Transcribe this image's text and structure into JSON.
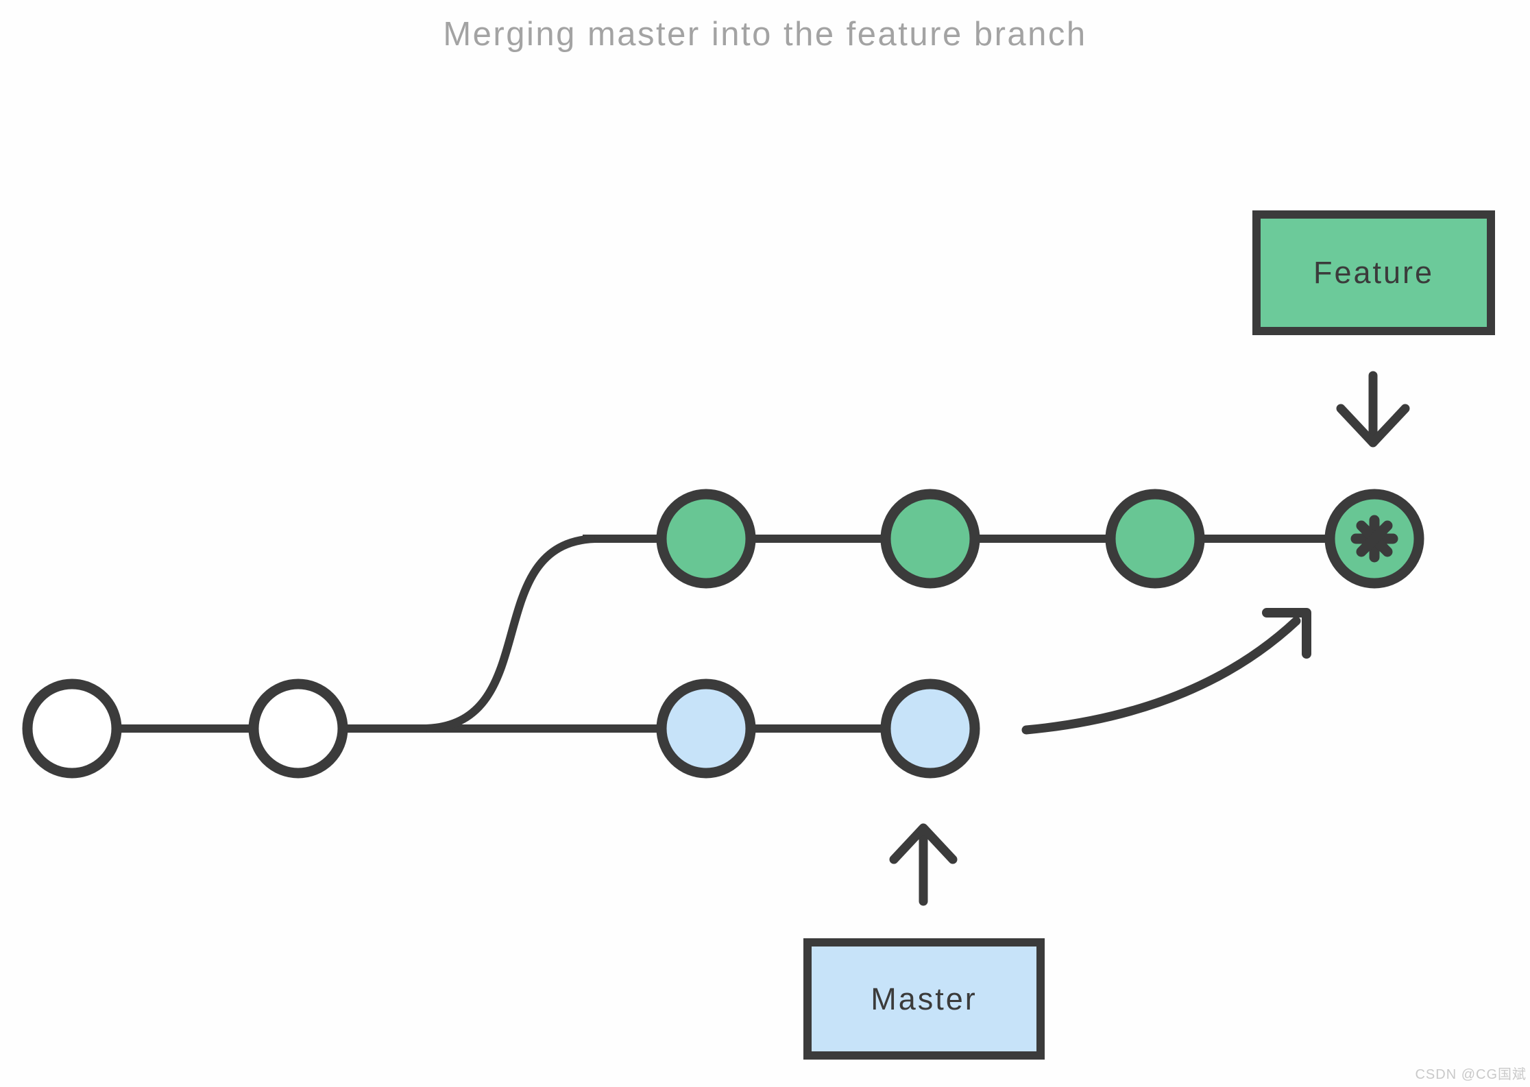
{
  "title": "Merging master into the feature branch",
  "labels": {
    "feature": "Feature",
    "master": "Master"
  },
  "watermark": "CSDN @CG国斌",
  "colors": {
    "background": "#fefefe",
    "stroke-dark": "#3b3b3b",
    "commit-white": "#ffffff",
    "commit-green": "#68c694",
    "commit-blue": "#c7e3f9",
    "label-green-bg": "#6cca9a",
    "label-blue-bg": "#c7e3f9",
    "title-gray": "#a3a3a3",
    "watermark-gray": "#c9c9c9"
  },
  "diagram": {
    "type": "git-commit-graph",
    "base_commits": 2,
    "feature_branch": {
      "label": "Feature",
      "commit_count": 3,
      "has_merge_commit": true,
      "node_color": "#68c694"
    },
    "master_branch": {
      "label": "Master",
      "commit_count": 2,
      "node_color": "#c7e3f9"
    },
    "merge_arrow": "master tip to feature merge commit"
  }
}
